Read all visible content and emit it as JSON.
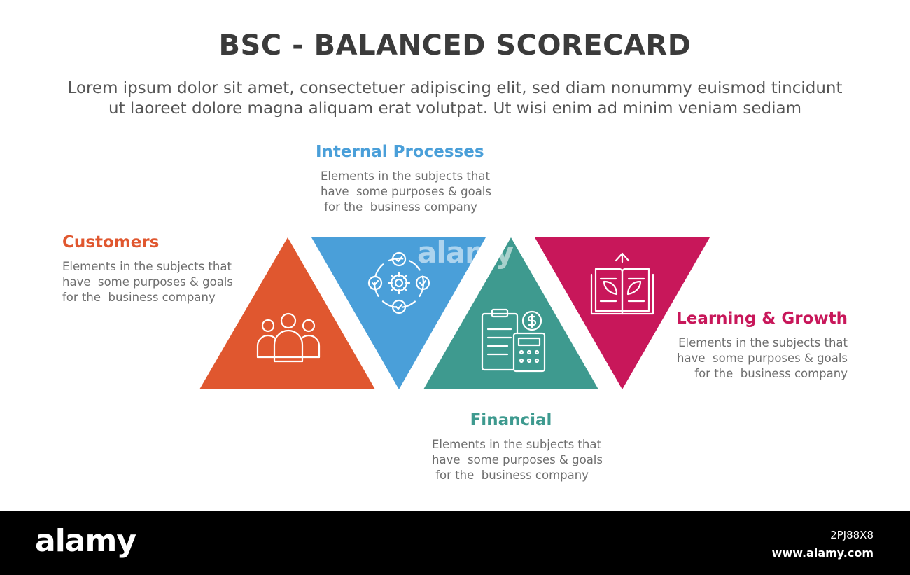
{
  "title": "BSC - BALANCED SCORECARD",
  "subtitle_lines": [
    "Lorem ipsum dolor sit amet, consectetuer adipiscing elit, sed diam nonummy euismod tincidunt",
    "ut laoreet dolore magna aliquam erat volutpat. Ut wisi enim ad minim veniam sediam"
  ],
  "items": [
    {
      "label": "Customers",
      "color": "#e0572f",
      "icon": "people-group-icon",
      "desc": [
        "Elements in the subjects that",
        "have  some purposes & goals",
        "for the  business company"
      ]
    },
    {
      "label": "Internal Processes",
      "color": "#4a9fd9",
      "icon": "gear-process-icon",
      "desc": [
        "Elements in the subjects that",
        "have  some purposes & goals",
        " for the  business company"
      ]
    },
    {
      "label": "Financial",
      "color": "#3e9a8f",
      "icon": "clipboard-calculator-icon",
      "desc": [
        "Elements in the subjects that",
        "have  some purposes & goals",
        " for the  business company"
      ]
    },
    {
      "label": "Learning & Growth",
      "color": "#c8175a",
      "icon": "open-book-growth-icon",
      "desc": [
        "Elements in the subjects that",
        "have  some purposes & goals",
        "for the  business company"
      ]
    }
  ],
  "footer": {
    "logo": "alamy",
    "image_id": "2PJ88X8",
    "url": "www.alamy.com"
  },
  "watermark": "alamy"
}
